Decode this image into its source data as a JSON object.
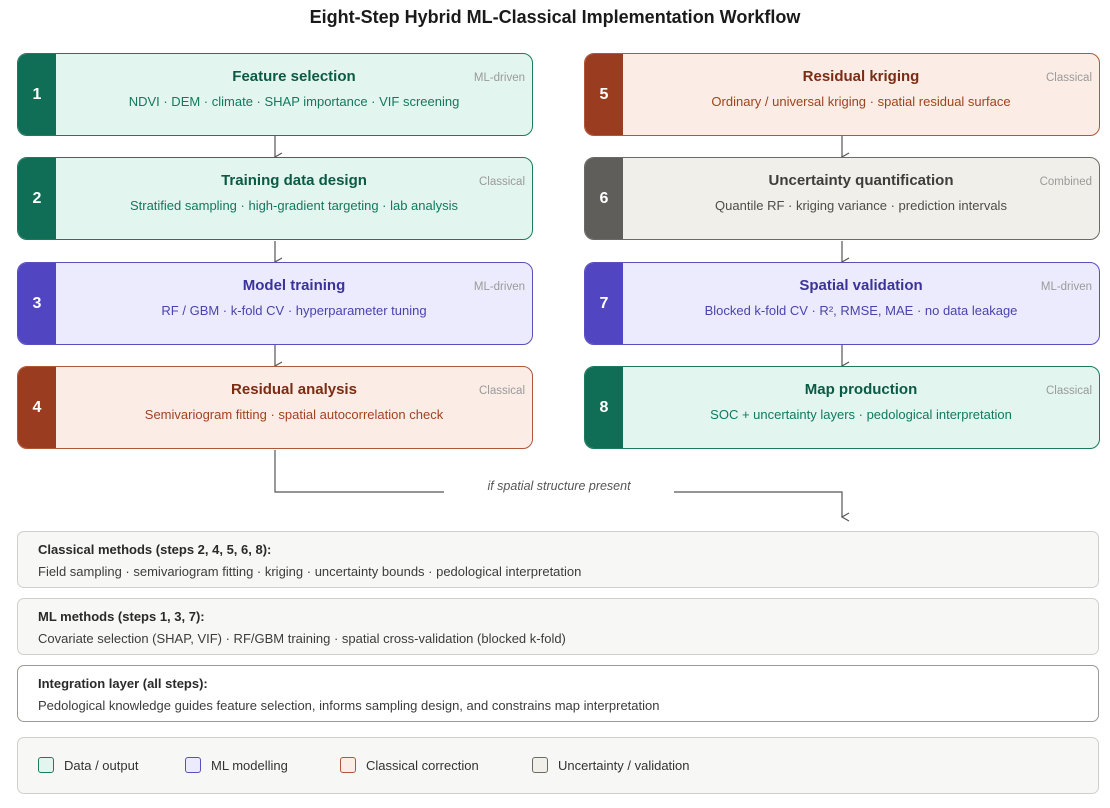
{
  "title": "Eight-Step Hybrid ML-Classical Implementation Workflow",
  "steps": [
    {
      "num": "1",
      "title": "Feature selection",
      "desc": "NDVI · DEM · climate · SHAP importance · VIF screening",
      "tag": "ML-driven"
    },
    {
      "num": "2",
      "title": "Training data design",
      "desc": "Stratified sampling · high-gradient targeting · lab analysis",
      "tag": "Classical"
    },
    {
      "num": "3",
      "title": "Model training",
      "desc": "RF / GBM · k-fold CV · hyperparameter tuning",
      "tag": "ML-driven"
    },
    {
      "num": "4",
      "title": "Residual analysis",
      "desc": "Semivariogram fitting · spatial autocorrelation check",
      "tag": "Classical"
    },
    {
      "num": "5",
      "title": "Residual kriging",
      "desc": "Ordinary / universal kriging · spatial residual surface",
      "tag": "Classical"
    },
    {
      "num": "6",
      "title": "Uncertainty quantification",
      "desc": "Quantile RF · kriging variance · prediction intervals",
      "tag": "Combined"
    },
    {
      "num": "7",
      "title": "Spatial validation",
      "desc": "Blocked k-fold CV · R², RMSE, MAE · no data leakage",
      "tag": "ML-driven"
    },
    {
      "num": "8",
      "title": "Map production",
      "desc": "SOC + uncertainty layers · pedological interpretation",
      "tag": "Classical"
    }
  ],
  "branch_label": "if spatial structure present",
  "panels": {
    "classical": {
      "title": "Classical methods (steps 2, 4, 5, 6, 8):",
      "desc": "Field sampling · semivariogram fitting · kriging · uncertainty bounds · pedological interpretation"
    },
    "ml": {
      "title": "ML methods (steps 1, 3, 7):",
      "desc": "Covariate selection (SHAP, VIF) · RF/GBM training · spatial cross-validation (blocked k-fold)"
    },
    "integration": {
      "title": "Integration layer (all steps):",
      "desc": "Pedological knowledge guides feature selection, informs sampling design, and constrains map interpretation"
    }
  },
  "legend": [
    {
      "label": "Data / output",
      "color": "#1e7a5e",
      "fill": "#e2f5ee"
    },
    {
      "label": "ML modelling",
      "color": "#5a4fbf",
      "fill": "#ecebfd"
    },
    {
      "label": "Classical correction",
      "color": "#b0563a",
      "fill": "#fbece6"
    },
    {
      "label": "Uncertainty / validation",
      "color": "#6b6b66",
      "fill": "#f1efe9"
    }
  ],
  "colors": {
    "data_output": "#1e7a5e",
    "ml_modelling": "#5a4fbf",
    "classical_correction": "#b0563a",
    "uncertainty_validation": "#6b6b66"
  }
}
